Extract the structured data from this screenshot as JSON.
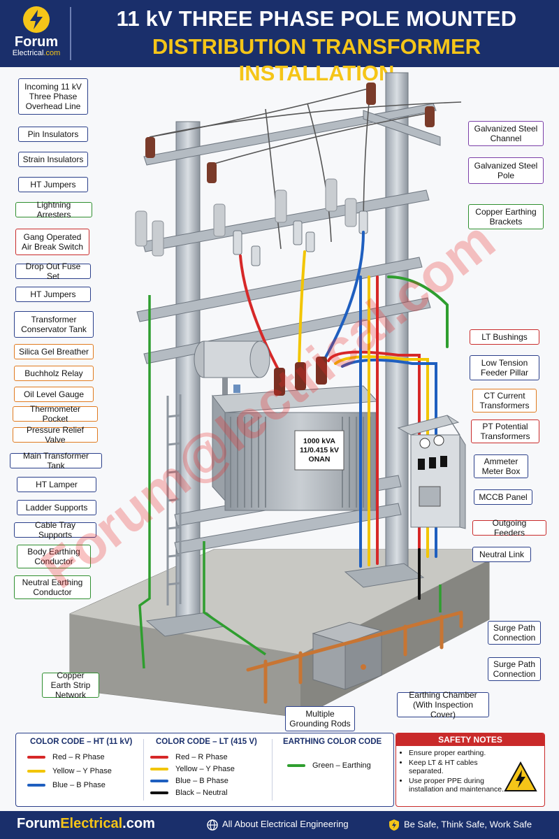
{
  "header": {
    "logo_name": "Forum",
    "logo_sub_a": "Electrical",
    "logo_sub_b": ".com",
    "title_line1": "11 kV THREE PHASE POLE MOUNTED",
    "title_line2": "DISTRIBUTION TRANSFORMER INSTALLATION"
  },
  "transformer_plate": {
    "line1": "1000 kVA",
    "line2": "11/0.415 kV",
    "line3": "ONAN"
  },
  "labels_left": [
    "Incoming 11 kV Three Phase Overhead Line",
    "Pin Insulators",
    "Strain Insulators",
    "HT Jumpers",
    "Lightning Arresters",
    "Gang Operated Air Break Switch",
    "Drop Out Fuse Set",
    "HT Jumpers",
    "Transformer Conservator Tank",
    "Silica Gel Breather",
    "Buchholz Relay",
    "Oil Level Gauge",
    "Thermometer Pocket",
    "Pressure Relief Valve",
    "Main Transformer Tank",
    "HT Lamper",
    "Ladder Supports",
    "Cable Tray Supports",
    "Body Earthing Conductor",
    "Neutral Earthing Conductor",
    "Copper Earth Strip Network"
  ],
  "labels_right": [
    "Galvanized Steel Channel",
    "Galvanized Steel Pole",
    "Copper Earthing Brackets",
    "LT Bushings",
    "Low Tension Feeder Pillar",
    "CT Current Transformers",
    "PT Potential Transformers",
    "Ammeter Meter Box",
    "MCCB Panel",
    "Outgoing Feeders",
    "Neutral Link",
    "Surge Path Connection",
    "Surge Path Connection",
    "Earthing Chamber (With Inspection Cover)",
    "Multiple Grounding Rods"
  ],
  "legend": {
    "ht_title": "COLOR CODE – HT (11 kV)",
    "ht_items": [
      "Red – R Phase",
      "Yellow – Y Phase",
      "Blue – B Phase"
    ],
    "lt_title": "COLOR CODE – LT (415 V)",
    "lt_items": [
      "Red – R Phase",
      "Yellow – Y Phase",
      "Blue – B Phase",
      "Black – Neutral"
    ],
    "earth_title": "EARTHING COLOR CODE",
    "earth_items": [
      "Green – Earthing"
    ]
  },
  "safety": {
    "title": "SAFETY NOTES",
    "items": [
      "Ensure proper earthing.",
      "Keep LT & HT cables separated.",
      "Use proper PPE during installation and maintenance."
    ]
  },
  "footer": {
    "brand_a": "Forum",
    "brand_b": "Electrical",
    "brand_c": ".com",
    "middle": "All About Electrical Engineering",
    "right": "Be Safe, Think Safe, Work Safe"
  },
  "watermark": "Forum@lectrical.com",
  "colors": {
    "navy": "#1a2f6b",
    "yellow": "#f5c518",
    "red_phase": "#d62828",
    "yellow_phase": "#f2c500",
    "blue_phase": "#1f5fbf",
    "neutral": "#111111",
    "earth": "#2f9e2f",
    "copper": "#c87533"
  }
}
